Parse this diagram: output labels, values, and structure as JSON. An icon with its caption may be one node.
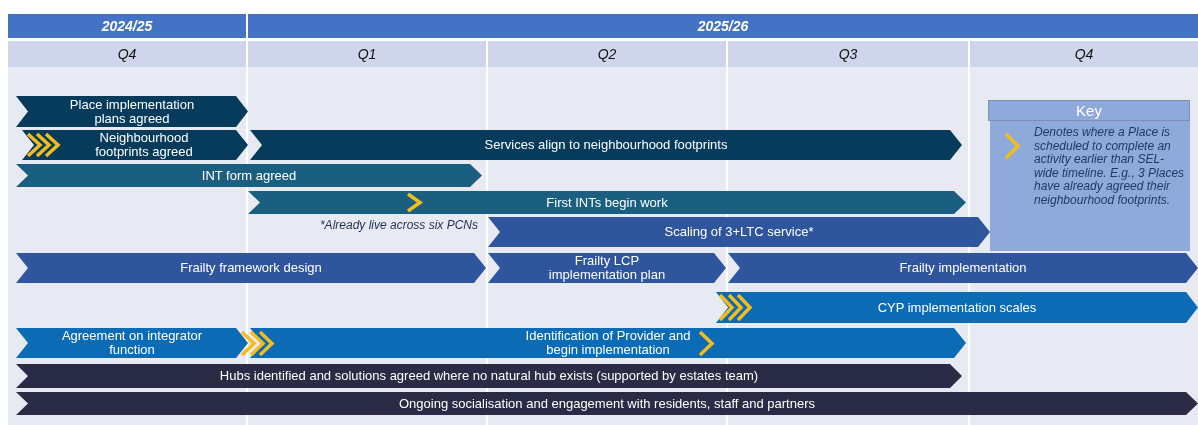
{
  "diagram": {
    "nodes": [
      {
        "text": [
          "2024/25"
        ]
      },
      {
        "text": [
          "2025/26"
        ]
      },
      {
        "text": [
          "Q4"
        ]
      },
      {
        "text": [
          "Q1"
        ]
      },
      {
        "text": [
          "Q2"
        ]
      },
      {
        "text": [
          "Q3"
        ]
      },
      {
        "text": [
          "Q4"
        ]
      },
      {
        "text": [
          "Place implementation plans agreed"
        ]
      },
      {
        "text": [
          "Neighbourhood footprints agreed"
        ]
      },
      {
        "text": [
          "Services align to neighbourhood footprints"
        ]
      },
      {
        "text": [
          "INT form agreed"
        ]
      },
      {
        "text": [
          "First INTs begin work"
        ]
      },
      {
        "text": [
          "Scaling of 3+LTC service*"
        ]
      },
      {
        "text": [
          "Frailty framework design"
        ]
      },
      {
        "text": [
          "Frailty LCP implementation plan"
        ]
      },
      {
        "text": [
          "Frailty implementation"
        ]
      },
      {
        "text": [
          "CYP implementation scales"
        ]
      },
      {
        "text": [
          "Agreement on integrator function"
        ]
      },
      {
        "text": [
          "Identification of Provider and begin implementation"
        ]
      },
      {
        "text": [
          "Hubs identified and solutions agreed where no natural hub exists (supported by estates team)"
        ]
      },
      {
        "text": [
          "Ongoing socialisation and engagement with residents, staff and partners"
        ]
      }
    ],
    "edges": [],
    "labels": [
      "Key",
      "*Already live across six PCNs"
    ],
    "legend": [
      {
        "text": "Denotes where a Place is scheduled to complete an activity earlier than SEL-wide timeline. E.g., 3 Places have already agreed their neighbourhood footprints."
      }
    ]
  }
}
